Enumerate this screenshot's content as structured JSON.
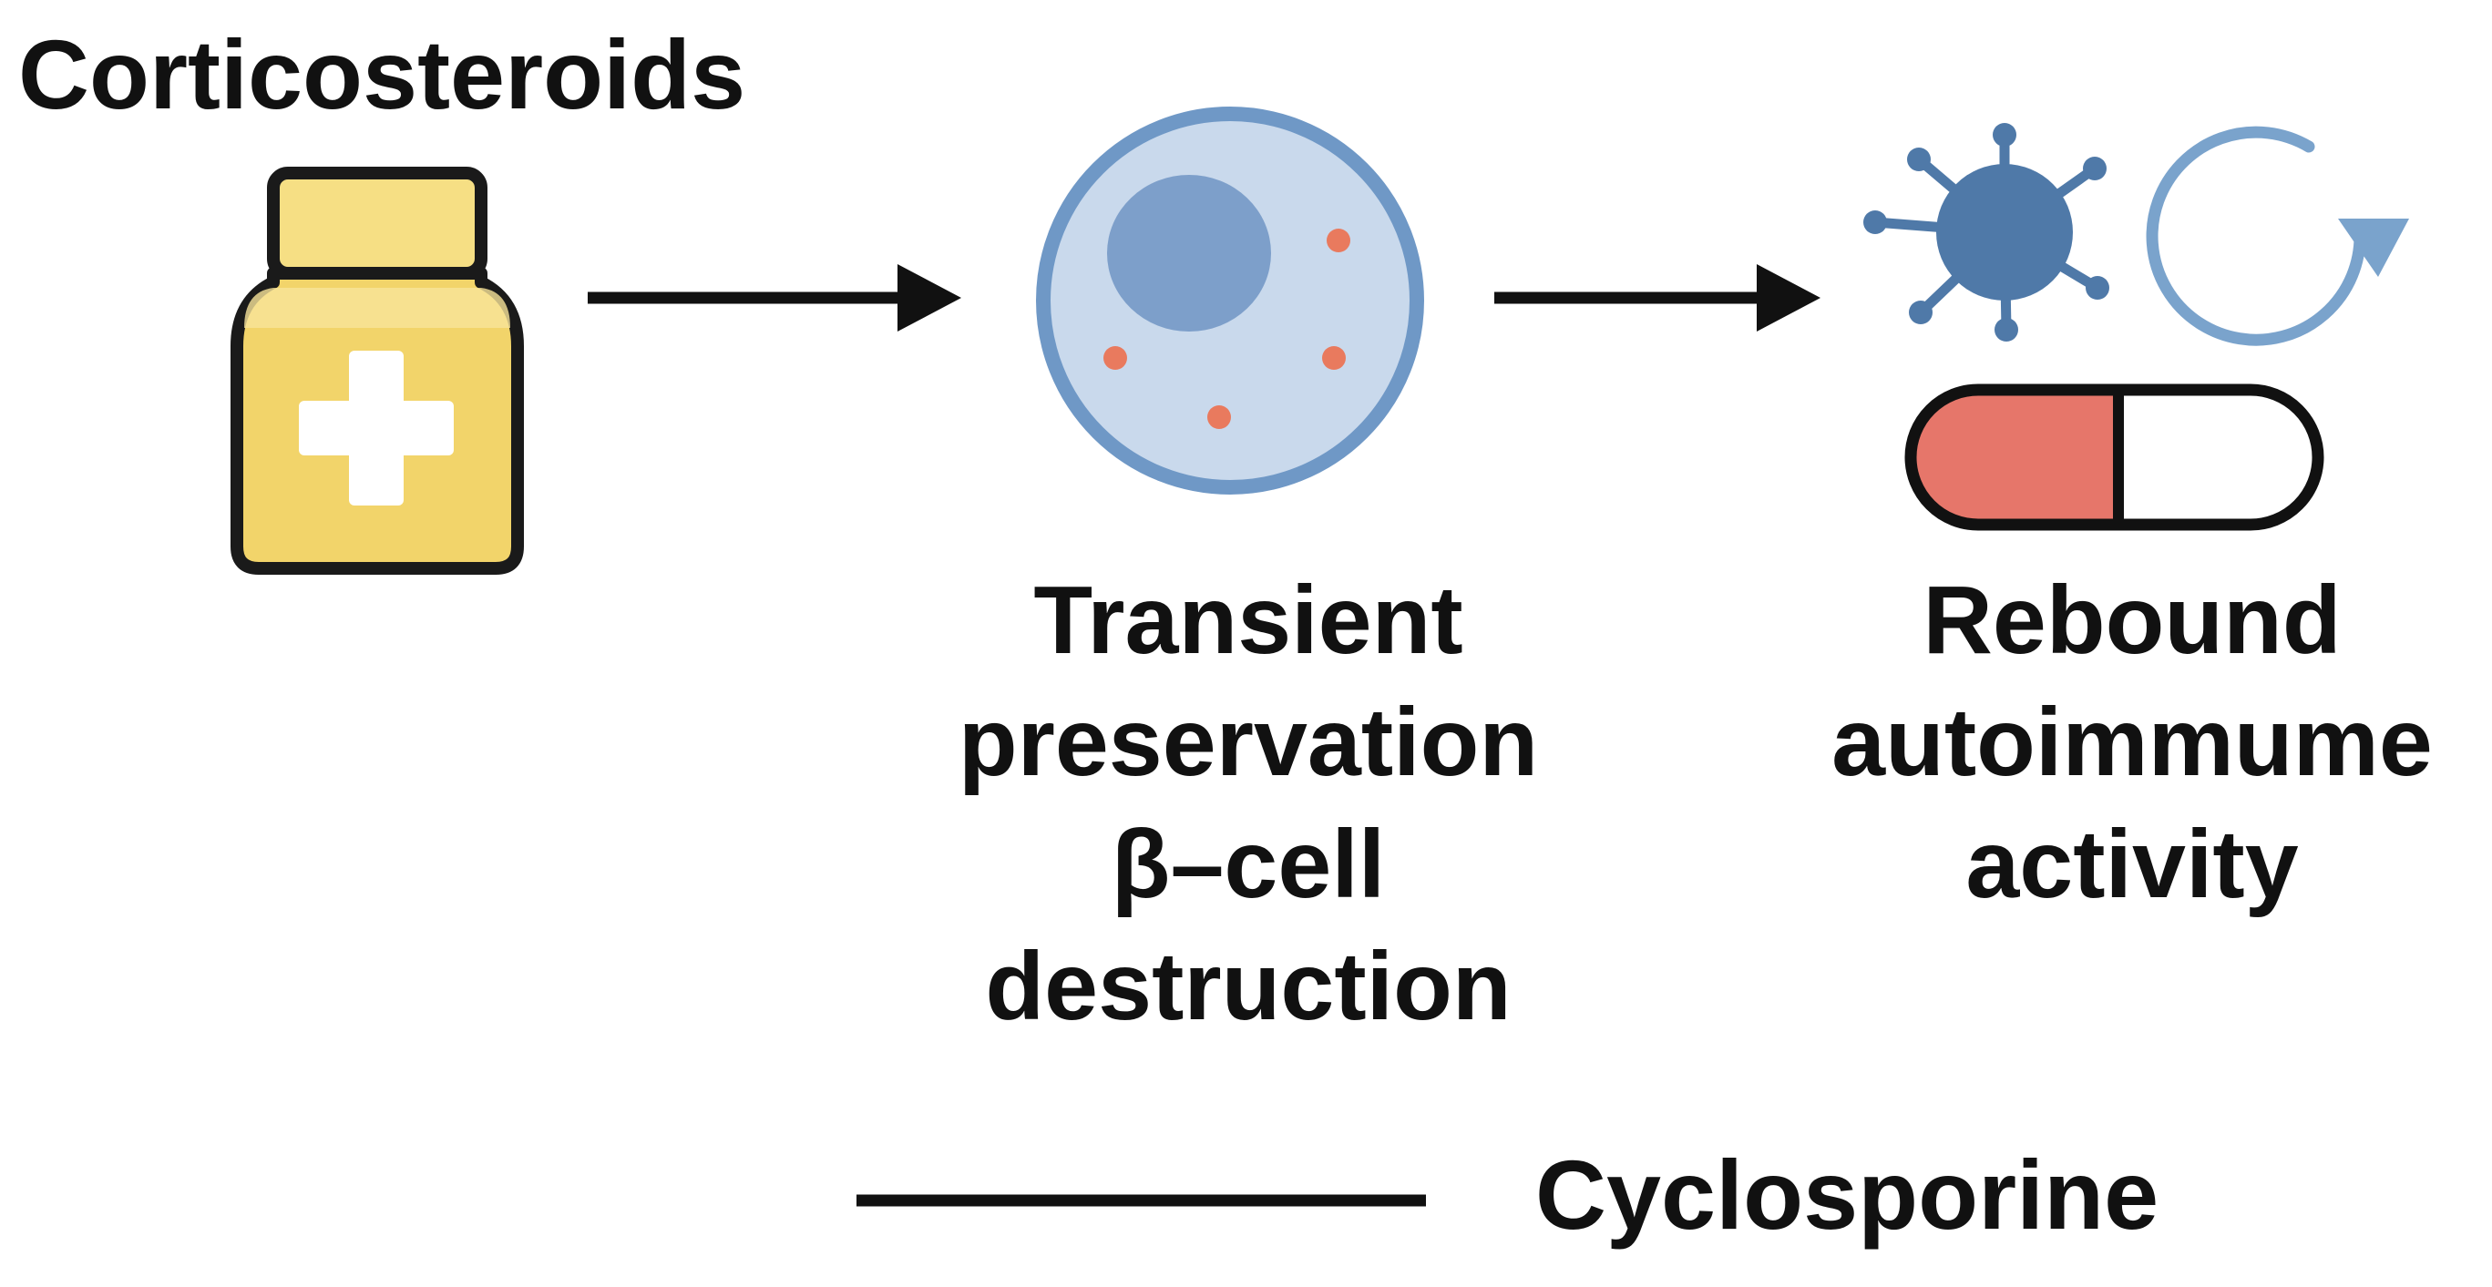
{
  "labels": {
    "corticosteroids": "Corticosteroids",
    "transient_lines": [
      "Transient",
      "preservation",
      "β–cell",
      "destruction"
    ],
    "rebound_lines": [
      "Rebound",
      "autoimmume",
      "activity"
    ],
    "cyclosporine": "Cyclosporine"
  },
  "icons": {
    "drug_bottle": "medicine-bottle-icon",
    "cell": "beta-cell-icon",
    "virus": "immune-virus-icon",
    "cycle": "rebound-cycle-icon",
    "pill": "capsule-pill-icon"
  },
  "colors": {
    "bottle_fill": "#f2d46a",
    "bottle_cap": "#f6df84",
    "bottle_outline": "#1a1a1a",
    "cell_membrane": "#6f98c6",
    "cell_body": "#c9d9ec",
    "nucleus": "#7d9fca",
    "granule": "#e97a5e",
    "virus": "#4f79a8",
    "cycle_arrow": "#7aa3cc",
    "pill_red": "#e6766a",
    "arrow": "#111111"
  }
}
